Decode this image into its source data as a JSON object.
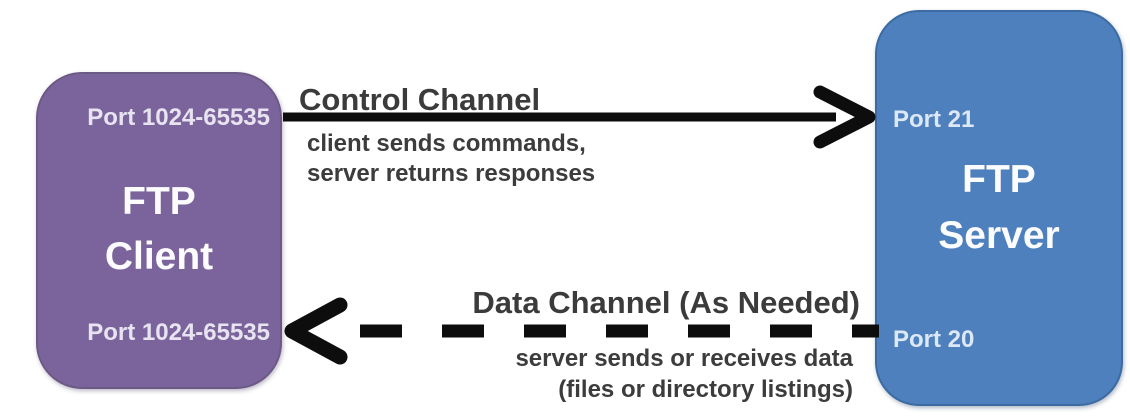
{
  "client_box": {
    "name_line1": "FTP",
    "name_line2": "Client",
    "top_port_label": "Port 1024-65535",
    "bottom_port_label": "Port 1024-65535",
    "fill_color": "#7b649b"
  },
  "server_box": {
    "name_line1": "FTP",
    "name_line2": "Server",
    "top_port_label": "Port 21",
    "bottom_port_label": "Port 20",
    "fill_color": "#4d80bd"
  },
  "control_channel": {
    "label": "Control Channel",
    "description_line1": "client sends commands,",
    "description_line2": "server returns responses",
    "direction": "client-to-server",
    "line_style": "solid",
    "arrow_color": "#0d0d0d"
  },
  "data_channel": {
    "label": "Data Channel (As Needed)",
    "description_line1": "server sends or receives data",
    "description_line2": "(files or directory listings)",
    "direction": "server-to-client",
    "line_style": "dashed",
    "arrow_color": "#0d0d0d"
  }
}
